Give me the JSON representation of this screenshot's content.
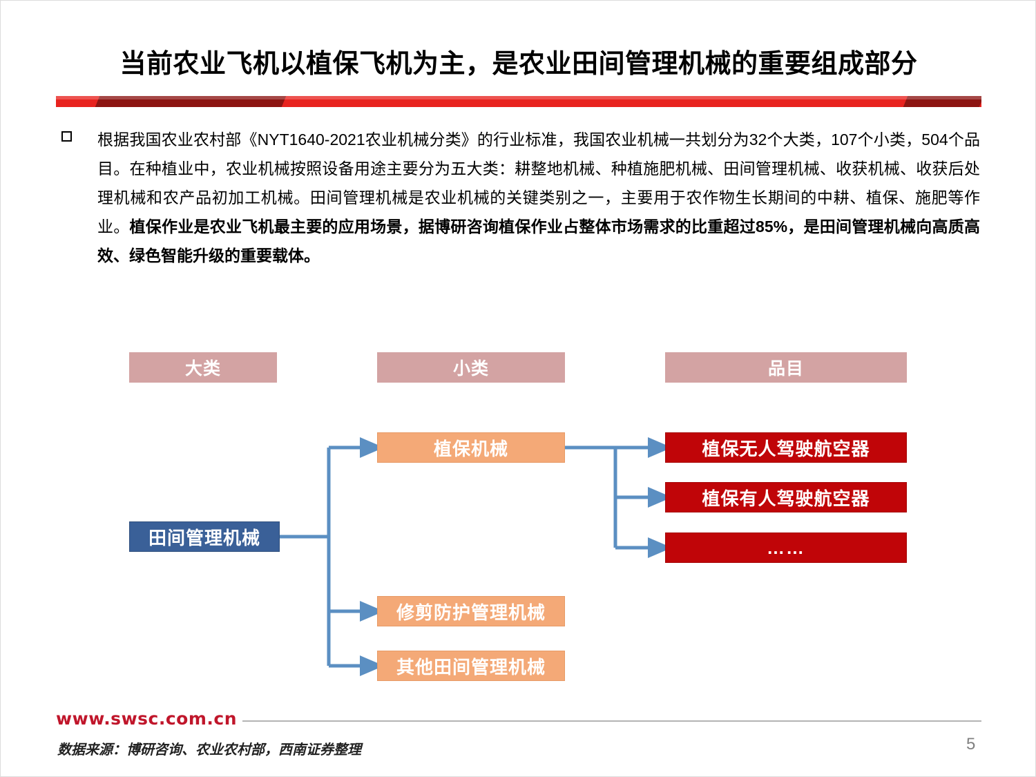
{
  "slide": {
    "title": "当前农业飞机以植保飞机为主，是农业田间管理机械的重要组成部分",
    "page_number": "5",
    "accent_red": "#e8231f",
    "accent_dark_red": "#8c1512"
  },
  "body": {
    "bullet_icon": "square-bullet-icon",
    "paragraph_part1": "根据我国农业农村部《NYT1640-2021农业机械分类》的行业标准，我国农业机械一共划分为32个大类，107个小类，504个品目。在种植业中，农业机械按照设备用途主要分为五大类：耕整地机械、种植施肥机械、田间管理机械、收获机械、收获后处理机械和农产品初加工机械。田间管理机械是农业机械的关键类别之一，主要用于农作物生长期间的中耕、植保、施肥等作业。",
    "paragraph_part2_bold": "植保作业是农业飞机最主要的应用场景，据博研咨询植保作业占整体市场需求的比重超过85%，是田间管理机械向高质高效、绿色智能升级的重要载体。"
  },
  "diagram": {
    "colors": {
      "header": "#d3a3a3",
      "level1": "#3a6098",
      "level2": "#f4a977",
      "level3": "#c00508",
      "connector": "#5b8fc2"
    },
    "headers": [
      {
        "label": "大类"
      },
      {
        "label": "小类"
      },
      {
        "label": "品目"
      }
    ],
    "level1": [
      {
        "label": "田间管理机械"
      }
    ],
    "level2": [
      {
        "label": "植保机械"
      },
      {
        "label": "修剪防护管理机械"
      },
      {
        "label": "其他田间管理机械"
      }
    ],
    "level3": [
      {
        "label": "植保无人驾驶航空器"
      },
      {
        "label": "植保有人驾驶航空器"
      },
      {
        "label": "……"
      }
    ]
  },
  "footer": {
    "site_url": "www.swsc.com.cn",
    "source_note": "数据来源：博研咨询、农业农村部，西南证券整理"
  }
}
